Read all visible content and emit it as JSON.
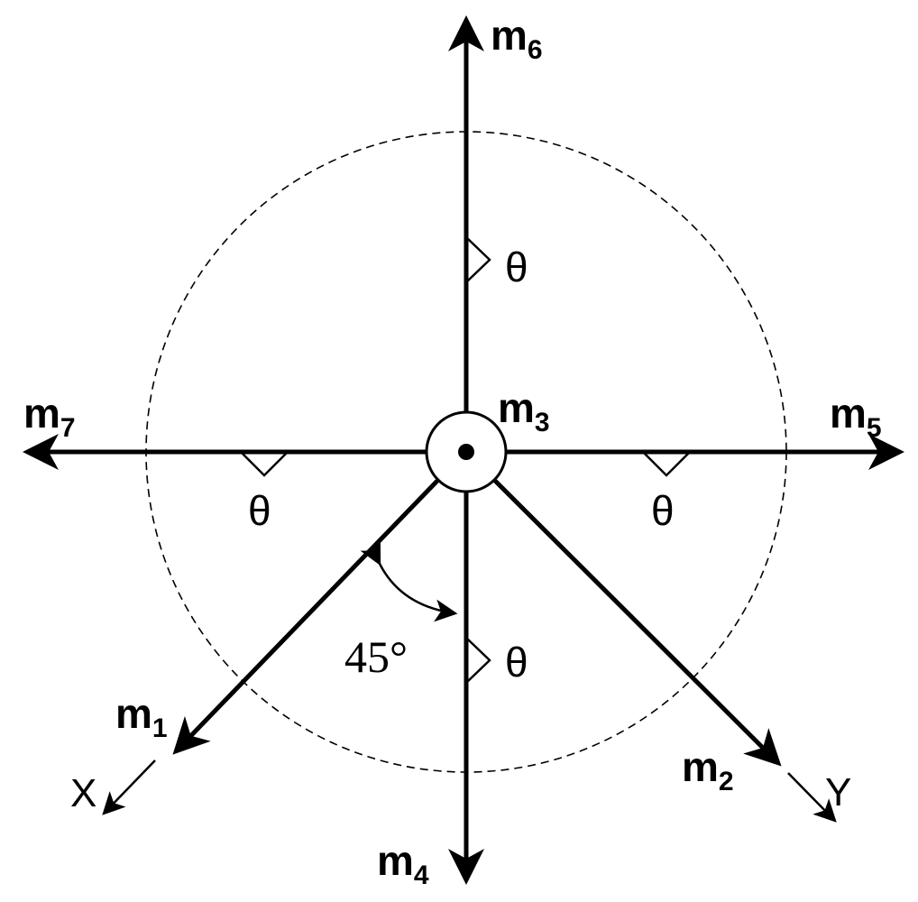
{
  "colors": {
    "ink": "#000000",
    "background": "#ffffff"
  },
  "labels": {
    "m1": {
      "main": "m",
      "sub": "1"
    },
    "m2": {
      "main": "m",
      "sub": "2"
    },
    "m3": {
      "main": "m",
      "sub": "3"
    },
    "m4": {
      "main": "m",
      "sub": "4"
    },
    "m5": {
      "main": "m",
      "sub": "5"
    },
    "m6": {
      "main": "m",
      "sub": "6"
    },
    "m7": {
      "main": "m",
      "sub": "7"
    },
    "theta": "θ",
    "angle": "45°",
    "x_axis": "X",
    "y_axis": "Y"
  }
}
